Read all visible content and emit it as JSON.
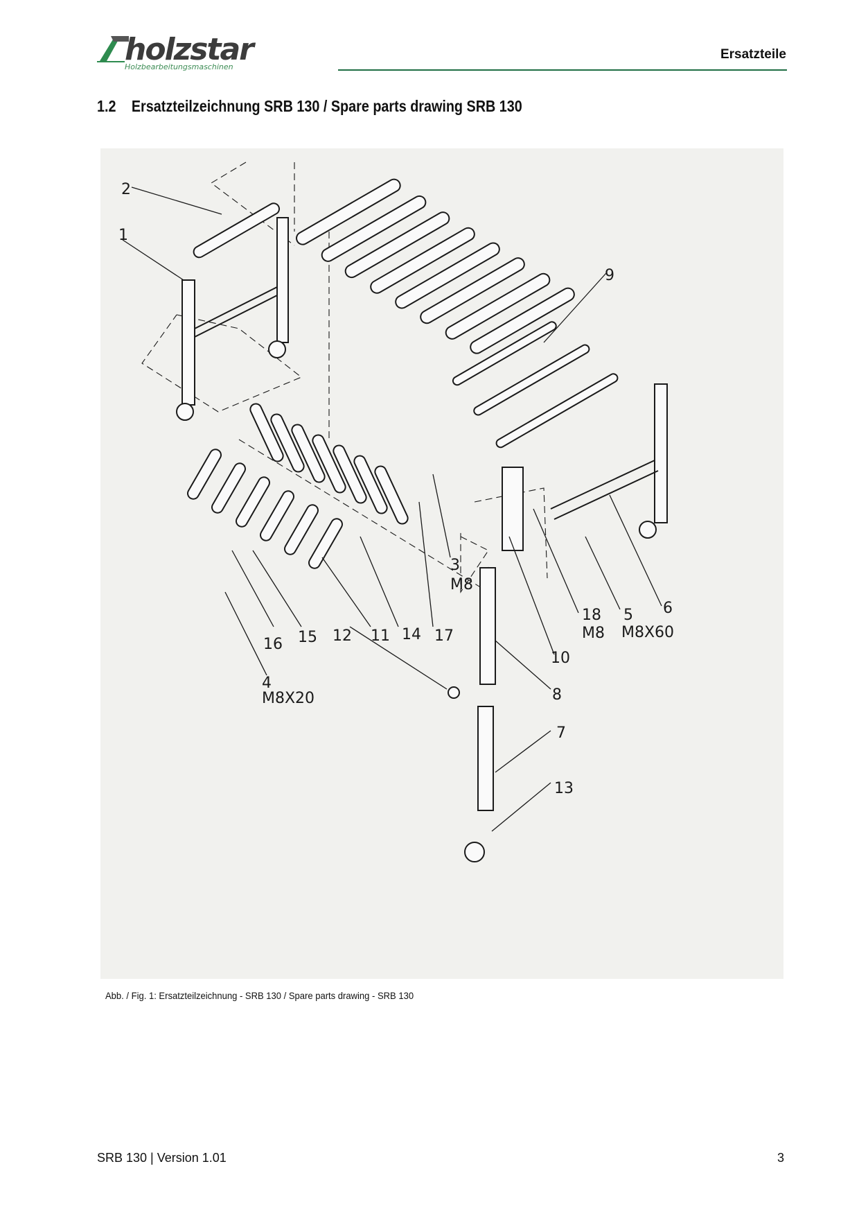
{
  "header": {
    "brand": "holzstar",
    "brand_sub": "Holzbearbeitungsmaschinen",
    "section": "Ersatzteile",
    "accent_color": "#1f6e44"
  },
  "section": {
    "number": "1.2",
    "title": "Ersatzteilzeichnung SRB 130 / Spare parts drawing SRB 130"
  },
  "figure": {
    "callouts": [
      "1",
      "2",
      "3",
      "M8",
      "4",
      "M8X20",
      "5",
      "M8X60",
      "6",
      "7",
      "8",
      "9",
      "10",
      "11",
      "12",
      "13",
      "14",
      "15",
      "16",
      "17",
      "18",
      "M8"
    ]
  },
  "caption": "Abb. / Fig. 1: Ersatzteilzeichnung - SRB 130 / Spare parts drawing - SRB 130",
  "footer": {
    "doc": "SRB 130 | Version 1.01",
    "page": "3"
  }
}
